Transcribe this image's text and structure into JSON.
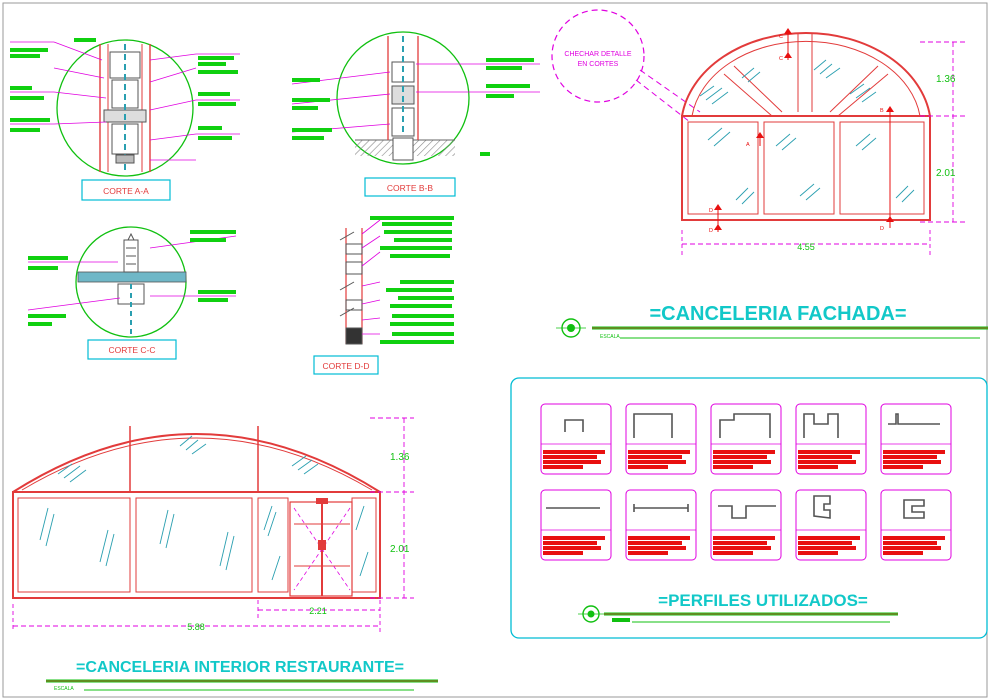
{
  "colors": {
    "frame": "#e23b3b",
    "dimension": "#e000e0",
    "circle": "#10c010",
    "title": "#12c8c8",
    "note_green": "#10d010",
    "note_red": "#e81010",
    "glass": "#2a9fb0",
    "box": "#00bcd4",
    "hatch": "#9a9a9a"
  },
  "sections": {
    "aa": {
      "label": "CORTE A-A"
    },
    "bb": {
      "label": "CORTE B-B"
    },
    "cc": {
      "label": "CORTE C-C"
    },
    "dd": {
      "label": "CORTE D-D"
    }
  },
  "fachada": {
    "note": [
      "CHECHAR DETALLE",
      "EN CORTES"
    ],
    "dim_top": "1.36",
    "dim_bottom": "2.01",
    "dim_width": "4.55",
    "tags": {
      "c": "C",
      "a": "A",
      "b": "B",
      "d": "D"
    },
    "title": "=CANCELERIA FACHADA=",
    "scale": "ESCALA"
  },
  "interior": {
    "dim_top": "1.36",
    "dim_bottom": "2.01",
    "dim_door": "2.21",
    "dim_width": "5.88",
    "title": "=CANCELERIA INTERIOR RESTAURANTE=",
    "scale": "ESCALA"
  },
  "perfiles": {
    "title": "=PERFILES UTILIZADOS=",
    "count": 10
  }
}
